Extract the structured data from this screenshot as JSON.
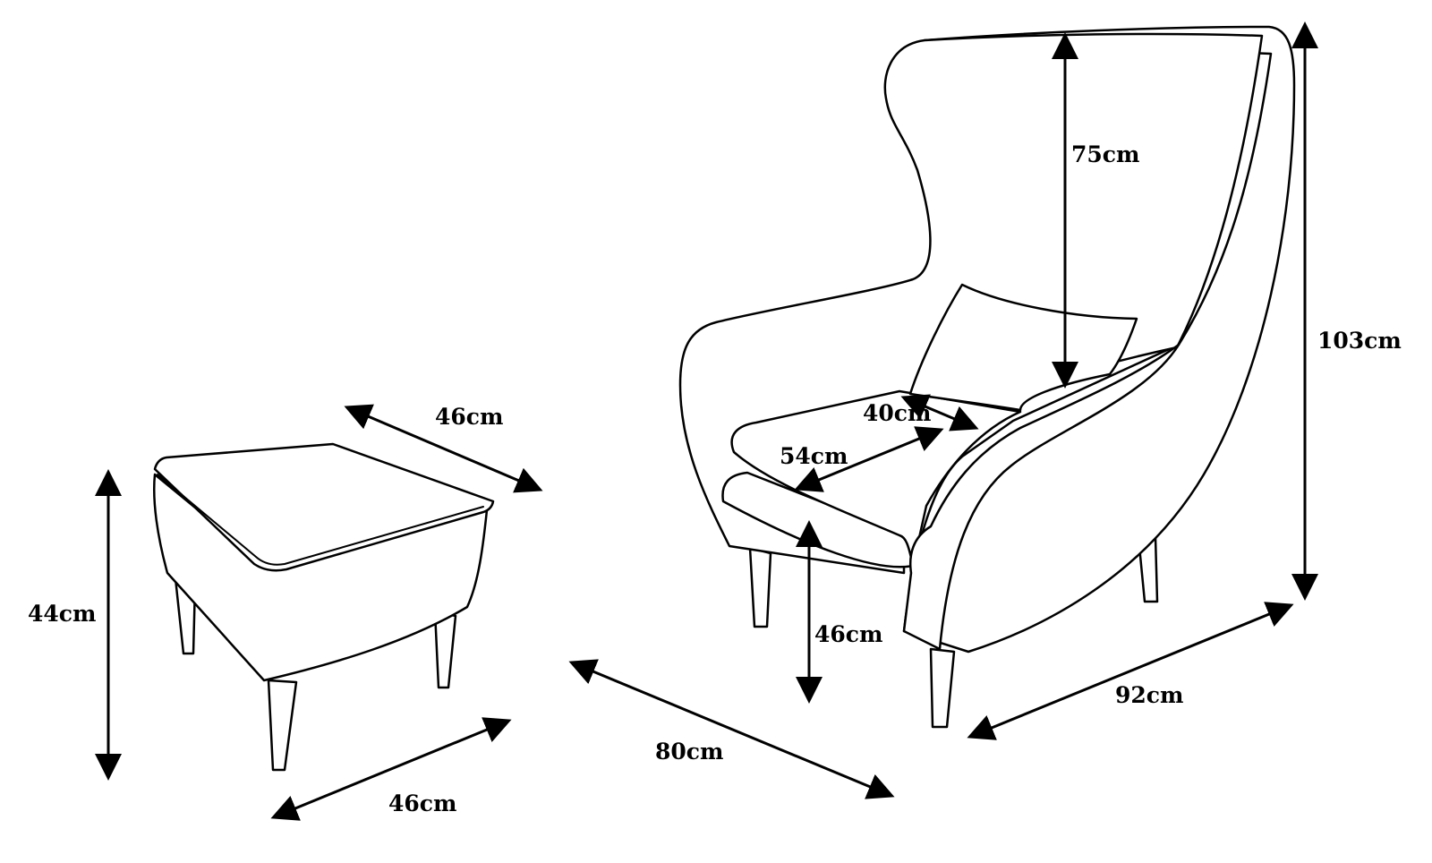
{
  "dimensions": {
    "ottoman_depth": "46cm",
    "ottoman_height": "44cm",
    "ottoman_width": "46cm",
    "chair_depth": "80cm",
    "seat_height": "46cm",
    "seat_width": "54cm",
    "seat_depth": "40cm",
    "backrest_height": "75cm",
    "total_height": "103cm",
    "chair_width": "92cm"
  }
}
